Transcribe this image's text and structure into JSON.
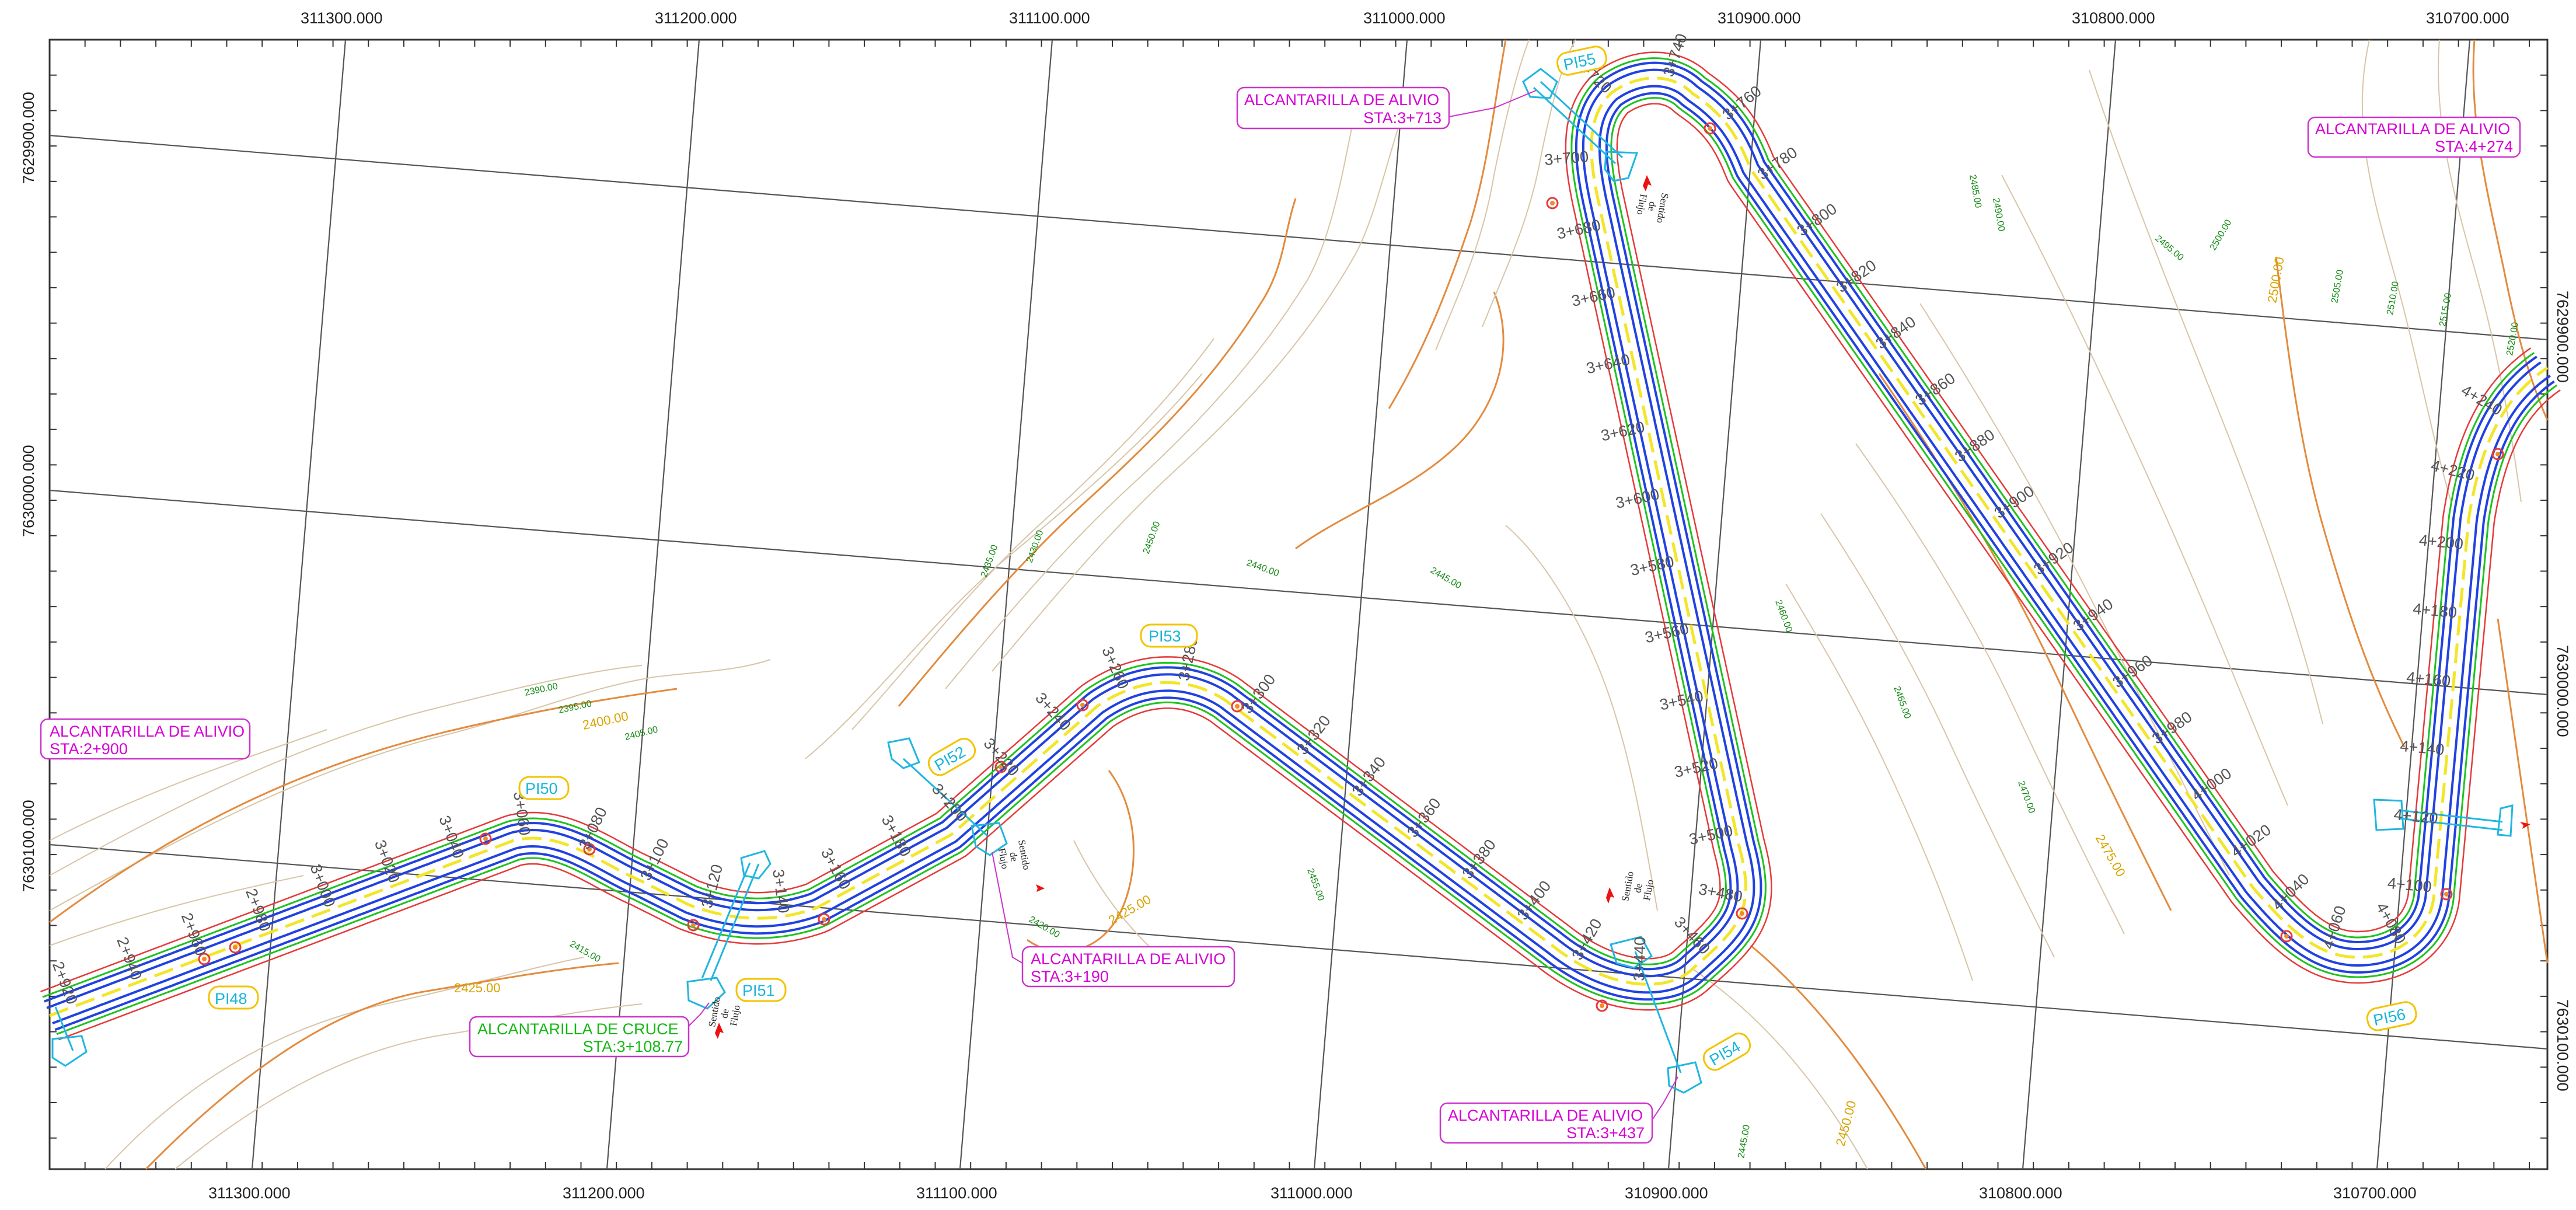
{
  "coords": {
    "top": [
      "311300.000",
      "311200.000",
      "311100.000",
      "311000.000",
      "310900.000",
      "310800.000",
      "310700.000"
    ],
    "bottom": [
      "311300.000",
      "311200.000",
      "311100.000",
      "311000.000",
      "310900.000",
      "310800.000",
      "310700.000"
    ],
    "left": [
      "7629900.000",
      "7630000.000",
      "7630100.000"
    ],
    "right": [
      "7629900.000",
      "7630000.000",
      "7630100.000"
    ]
  },
  "contour_labels": {
    "green": [
      "2390.00",
      "2395.00",
      "2405.00",
      "2415.00",
      "2420.00",
      "2435.00",
      "2440.00",
      "2445.00",
      "2430.00",
      "2450.00",
      "2455.00",
      "2460.00",
      "2465.00",
      "2470.00",
      "2485.00",
      "2490.00",
      "2495.00",
      "2500.00",
      "2505.00",
      "2510.00",
      "2515.00",
      "2520.00",
      "2445.00"
    ],
    "orange": [
      "2400.00",
      "2425.00",
      "2425.00",
      "2475.00",
      "2450.00",
      "2500.00"
    ]
  },
  "stations": [
    "2+920",
    "2+940",
    "2+960",
    "2+980",
    "3+000",
    "3+020",
    "3+040",
    "3+060",
    "3+080",
    "3+100",
    "3+120",
    "3+140",
    "3+160",
    "3+180",
    "3+200",
    "3+220",
    "3+240",
    "3+260",
    "3+280",
    "3+300",
    "3+320",
    "3+340",
    "3+360",
    "3+380",
    "3+400",
    "3+420",
    "3+440",
    "3+460",
    "3+480",
    "3+500",
    "3+520",
    "3+540",
    "3+560",
    "3+580",
    "3+600",
    "3+620",
    "3+640",
    "3+660",
    "3+680",
    "3+700",
    "3+720",
    "3+740",
    "3+760",
    "3+780",
    "3+800",
    "3+820",
    "3+840",
    "3+860",
    "3+880",
    "3+900",
    "3+920",
    "3+940",
    "3+960",
    "3+980",
    "4+000",
    "4+020",
    "4+040",
    "4+060",
    "4+080",
    "4+100",
    "4+120",
    "4+140",
    "4+160",
    "4+180",
    "4+200",
    "4+220",
    "4+240"
  ],
  "pis": [
    "PI48",
    "PI50",
    "PI51",
    "PI52",
    "PI53",
    "PI54",
    "PI55",
    "PI56"
  ],
  "annotations": {
    "a1": {
      "line1": "ALCANTARILLA DE ALIVIO",
      "line2": "STA:3+713"
    },
    "a2": {
      "line1": "ALCANTARILLA DE ALIVIO",
      "line2": "STA:4+274"
    },
    "a3": {
      "line1": "ALCANTARILLA DE ALIVIO",
      "line2": "STA:2+900"
    },
    "a4": {
      "line1": "ALCANTARILLA DE ALIVIO",
      "line2": "STA:3+190"
    },
    "a5": {
      "line1": "ALCANTARILLA DE CRUCE",
      "line2": "STA:3+108.77"
    },
    "a6": {
      "line1": "ALCANTARILLA DE ALIVIO",
      "line2": "STA:3+437"
    }
  },
  "flow_label": {
    "line1": "Sentido",
    "line2": "de",
    "line3": "Flujo"
  },
  "colors": {
    "road_edge": "#2142e0",
    "cut_line": "#e53a3a",
    "fill_line": "#1fc21f",
    "centerline": "#f2e62a",
    "culvert": "#1fb6e0",
    "annotation": "#d600d6",
    "major_contour": "#e38b3f",
    "minor_contour": "#d8c5a8"
  }
}
